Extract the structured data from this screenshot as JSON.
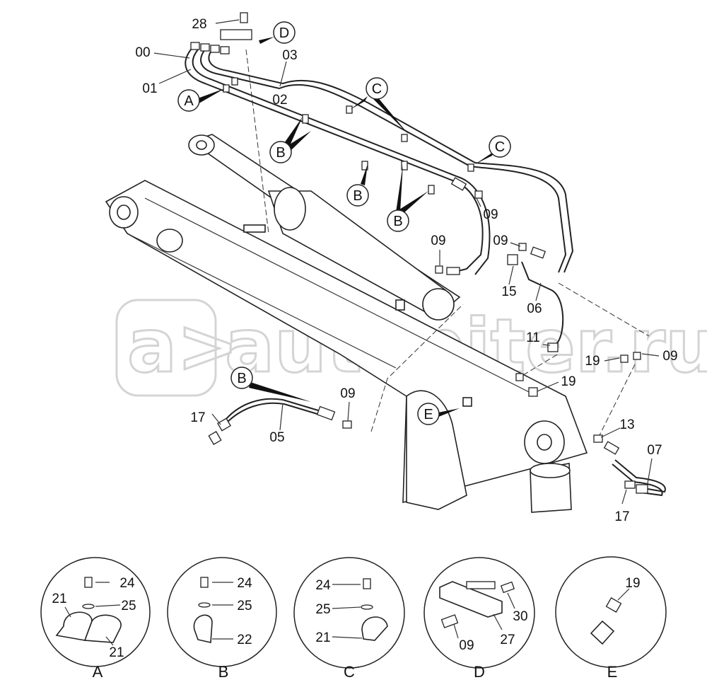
{
  "watermark": {
    "logo": "a>",
    "text": "autopiter.ru"
  },
  "callouts": {
    "A": "A",
    "B": "B",
    "C": "C",
    "D": "D",
    "E": "E"
  },
  "labels": {
    "p00": "00",
    "p01": "01",
    "p02": "02",
    "p03": "03",
    "p05": "05",
    "p06": "06",
    "p07": "07",
    "p09": "09",
    "p11": "11",
    "p13": "13",
    "p15": "15",
    "p17": "17",
    "p19": "19",
    "p21": "21",
    "p22": "22",
    "p24": "24",
    "p25": "25",
    "p27": "27",
    "p28": "28",
    "p30": "30"
  },
  "details": {
    "A": "A",
    "B": "B",
    "C": "C",
    "D": "D",
    "E": "E"
  }
}
